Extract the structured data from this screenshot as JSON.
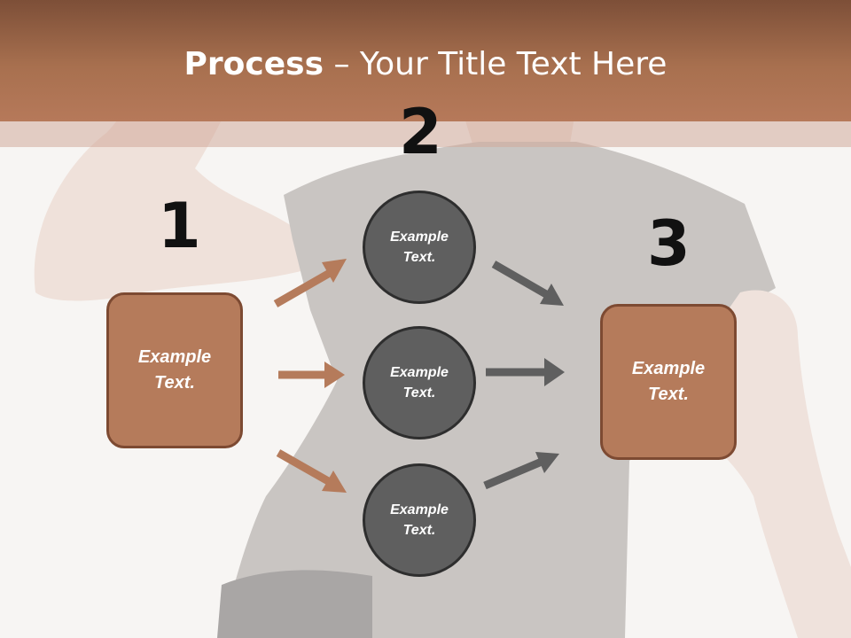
{
  "slide": {
    "title_bold": "Process",
    "title_rest": " – Your Title Text Here",
    "steps": [
      {
        "number": "1",
        "text": "Example Text."
      },
      {
        "number": "2",
        "items": [
          "Example Text.",
          "Example Text.",
          "Example Text."
        ]
      },
      {
        "number": "3",
        "text": "Example Text."
      }
    ]
  },
  "colors": {
    "header": "#a8704f",
    "box_fill": "#b57b5b",
    "circle_fill": "#5f5f5f",
    "arrow_left": "#b57b5b",
    "arrow_right": "#5f5f5f"
  }
}
